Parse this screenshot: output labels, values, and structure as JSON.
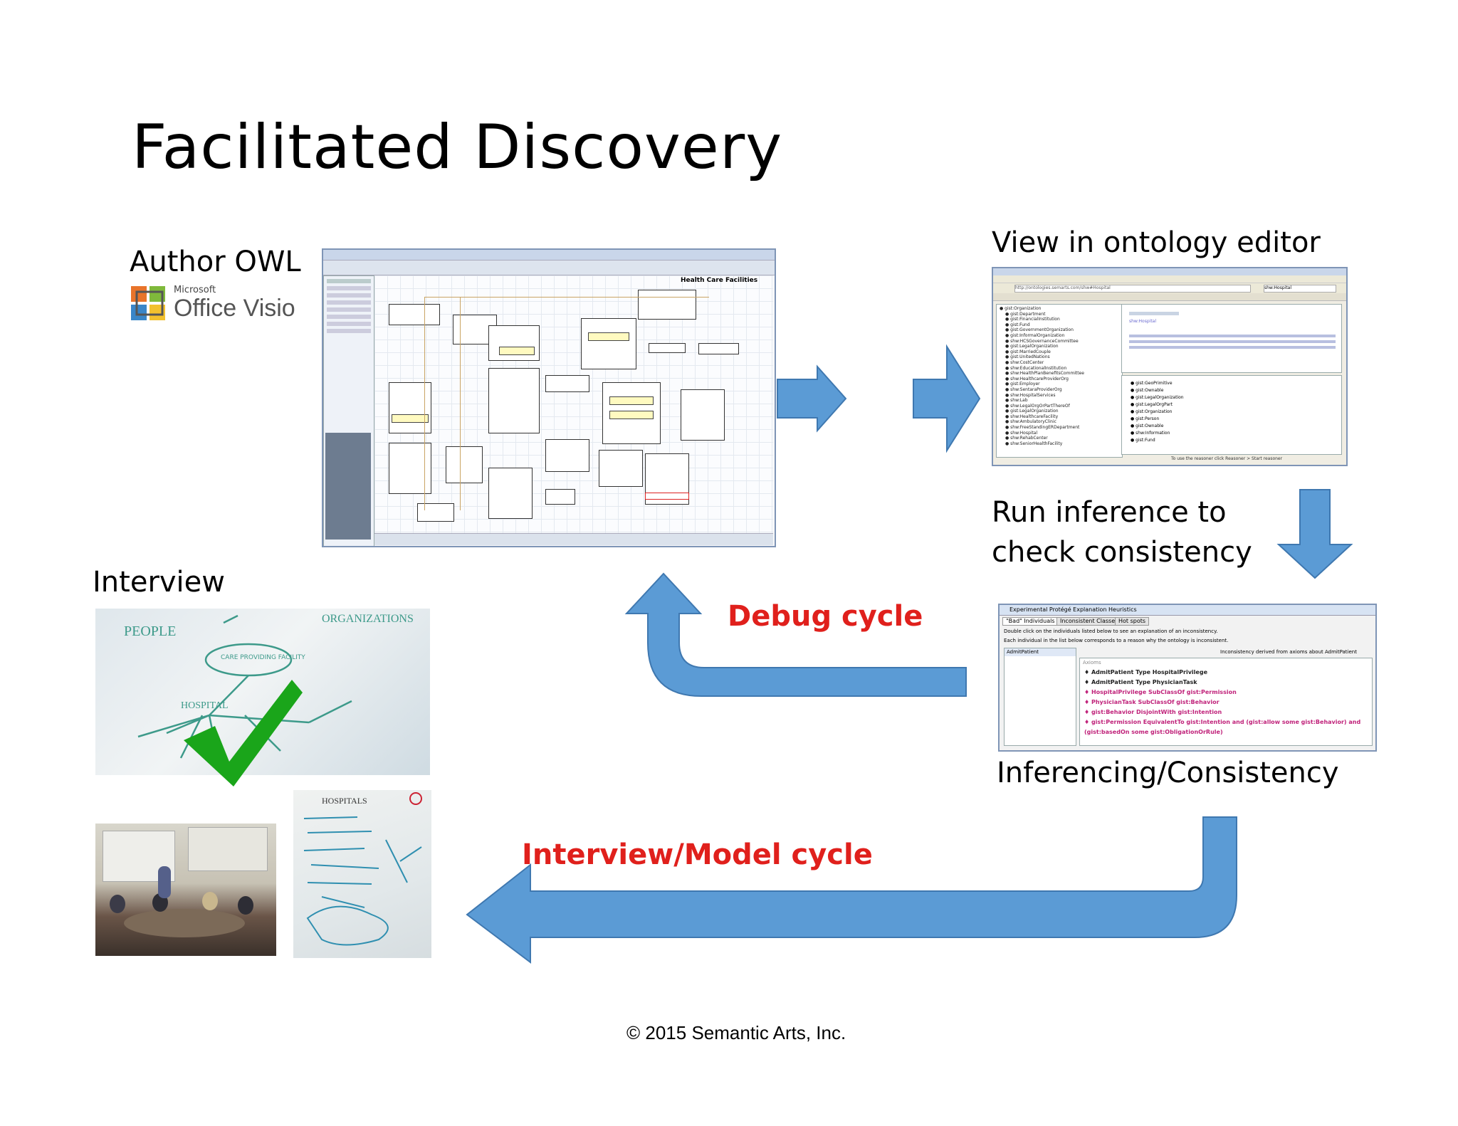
{
  "slide": {
    "title": "Facilitated Discovery",
    "footer": "© 2015 Semantic Arts, Inc."
  },
  "steps": {
    "author": "Author OWL",
    "view": "View in ontology editor",
    "inference_line1": "Run inference to",
    "inference_line2": "check consistency",
    "inferencing": "Inferencing/Consistency",
    "interview": "Interview"
  },
  "cycles": {
    "debug": "Debug cycle",
    "interview_model": "Interview/Model cycle"
  },
  "visio_logo": {
    "brand": "Microsoft",
    "product": "Office Visio"
  },
  "visio_shot": {
    "diagram_title": "Health Care Facilities"
  },
  "editor_shot": {
    "url_field": "http://ontologies.semarts.com/shw#Hospital",
    "class_label": "shw:Hospital",
    "tree": [
      "gist:Organization",
      "gist:Department",
      "gist:FinancialInstitution",
      "gist:Fund",
      "gist:GovernmentOrganization",
      "gist:InformalOrganization",
      "shw:HCSGovernanceCommittee",
      "gist:LegalOrganization",
      "gist:MarriedCouple",
      "gist:UnitedNations",
      "shw:CostCenter",
      "shw:EducationalInstitution",
      "shw:HealthPlanBenefitsCommittee",
      "shw:HealthcareProviderOrg",
      "gist:Employer",
      "shw:SentaraProviderOrg",
      "shw:HospitalServices",
      "shw:Lab",
      "shw:LegalOrgOrPartThereOf",
      "gist:LegalOrganization",
      "shw:HealthcareFacility",
      "shw:AmbulatoryClinic",
      "shw:FreeStandingERDepartment",
      "shw:Hospital",
      "shw:RehabCenter",
      "shw:SeniorHealthFacility"
    ],
    "right_items": [
      "gist:GeoPrimitive",
      "gist:Ownable",
      "gist:LegalOrganization",
      "gist:LegalOrgPart",
      "gist:Organization",
      "gist:Person",
      "gist:Ownable",
      "shw:Information",
      "gist:Fund"
    ],
    "status": "To use the reasoner click Reasoner > Start reasoner"
  },
  "protege_shot": {
    "window_title": "Experimental Protégé Explanation Heuristics",
    "tabs": [
      "\"Bad\" Individuals",
      "Inconsistent Classes",
      "Hot spots"
    ],
    "instruction1": "Double click on the individuals listed below to see an explanation of an inconsistency.",
    "instruction2": "Each individual in the list below corresponds to a reason why the ontology is inconsistent.",
    "list_item": "AdmitPatient",
    "right_header": "Inconsistency derived from axioms about AdmitPatient",
    "axioms_label": "Axioms",
    "axioms": [
      "AdmitPatient Type HospitalPrivilege",
      "AdmitPatient Type PhysicianTask",
      "HospitalPrivilege SubClassOf gist:Permission",
      "PhysicianTask SubClassOf gist:Behavior",
      "gist:Behavior DisjointWith gist:Intention",
      "gist:Permission EquivalentTo gist:Intention and (gist:allow some gist:Behavior) and",
      "(gist:basedOn some gist:ObligationOrRule)"
    ]
  },
  "whiteboard": {
    "people": "PEOPLE",
    "organizations": "ORGANIZATIONS",
    "care_facility": "CARE PROVIDING FACILITY",
    "hospital": "HOSPITAL",
    "hospitals_heading": "HOSPITALS"
  },
  "colors": {
    "arrow_fill": "#5b9bd5",
    "arrow_stroke": "#3f78b0",
    "cycle_text": "#e0201c",
    "checkmark": "#1aa51a"
  }
}
